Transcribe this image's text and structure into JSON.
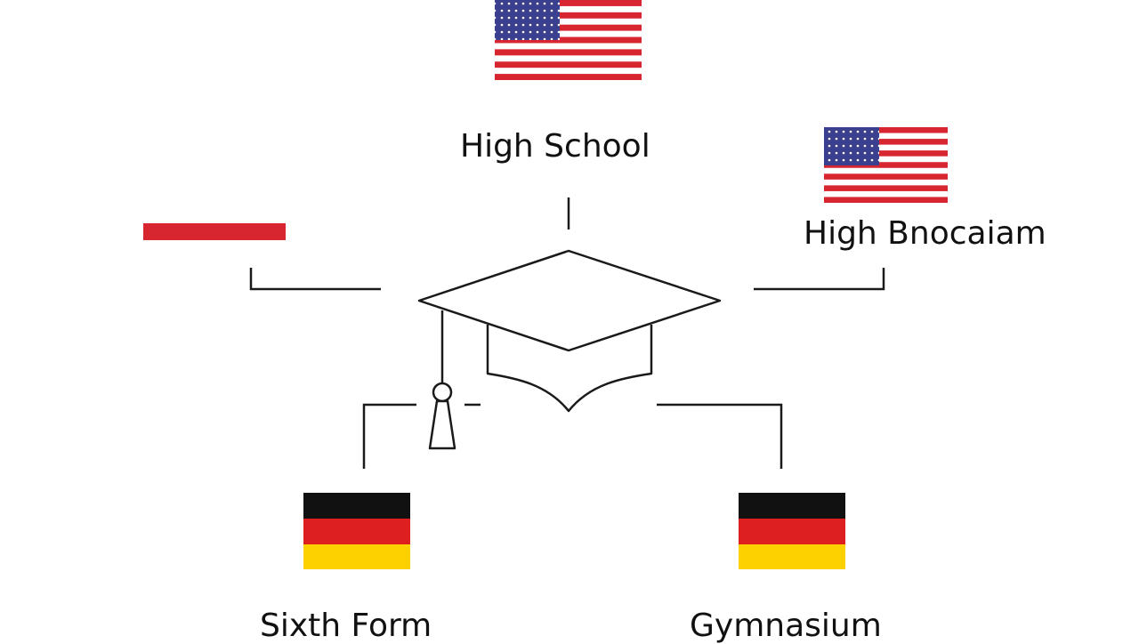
{
  "diagram": {
    "center_icon": "graduation-cap-icon",
    "nodes": [
      {
        "id": "top",
        "label": "High School",
        "flag": "usa-flag-icon"
      },
      {
        "id": "right",
        "label": "High Bnocaiam",
        "flag": "usa-flag-icon"
      },
      {
        "id": "left",
        "label": "",
        "flag": "red-bar-flag-icon"
      },
      {
        "id": "bottom_left",
        "label": "Sixth Form",
        "flag": "germany-flag-icon"
      },
      {
        "id": "bottom_right",
        "label": "Gymnasium",
        "flag": "germany-flag-icon"
      }
    ]
  },
  "colors": {
    "line": "#1a1a1a",
    "flag_red": "#d7262f",
    "flag_blue": "#3a3f8f",
    "flag_white": "#ffffff",
    "germany_black": "#111111",
    "germany_red": "#dd1f1f",
    "germany_gold": "#fdd000"
  }
}
